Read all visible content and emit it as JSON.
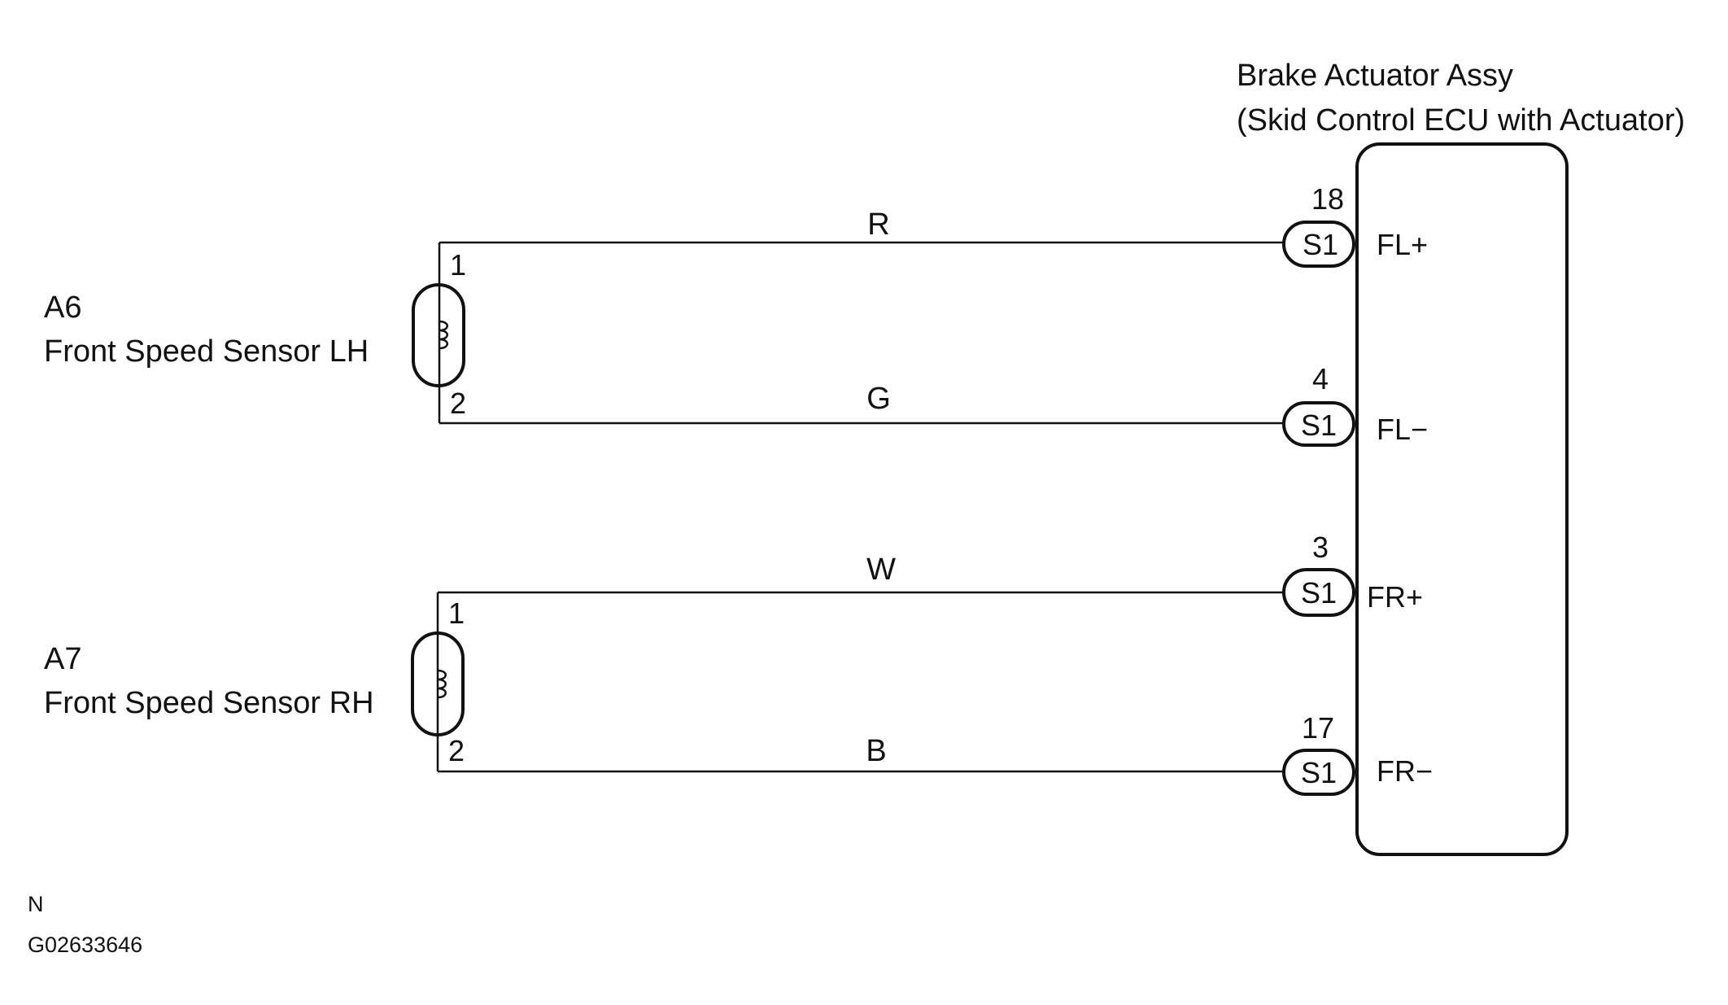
{
  "ecu": {
    "title_line1": "Brake Actuator Assy",
    "title_line2": "(Skid Control ECU with Actuator)",
    "connector": "S1",
    "terminals": [
      {
        "pin": "18",
        "name": "FL+"
      },
      {
        "pin": "4",
        "name": "FL−"
      },
      {
        "pin": "3",
        "name": "FR+"
      },
      {
        "pin": "17",
        "name": "FR−"
      }
    ]
  },
  "sensors": [
    {
      "code": "A6",
      "name": "Front Speed Sensor LH",
      "pin_top": "1",
      "pin_bottom": "2"
    },
    {
      "code": "A7",
      "name": "Front Speed Sensor RH",
      "pin_top": "1",
      "pin_bottom": "2"
    }
  ],
  "wires": [
    {
      "color": "R"
    },
    {
      "color": "G"
    },
    {
      "color": "W"
    },
    {
      "color": "B"
    }
  ],
  "footer": {
    "mark": "N",
    "figure_id": "G02633646"
  }
}
